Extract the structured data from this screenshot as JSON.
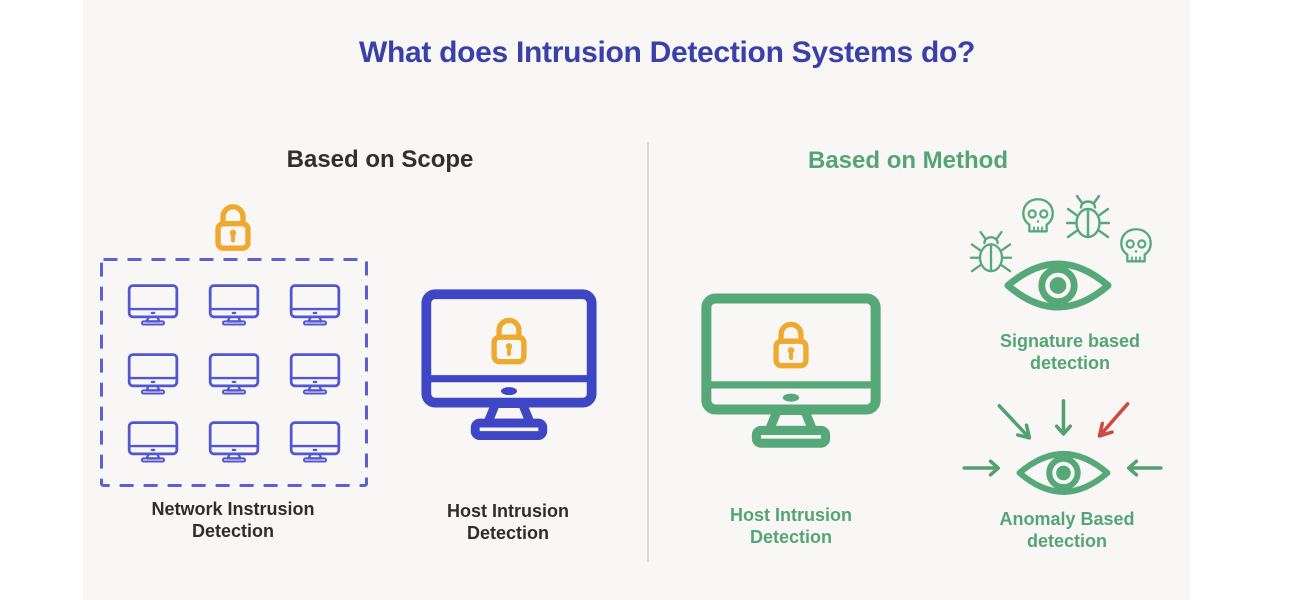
{
  "title": "What does Intrusion Detection Systems do?",
  "scope": {
    "heading": "Based on Scope",
    "network": {
      "label_line1": "Network Instrusion",
      "label_line2": "Detection",
      "grid": {
        "rows": 3,
        "cols": 3,
        "monitor_count": 9
      },
      "icons": [
        "lock-icon",
        "monitor-icon",
        "dashed-boundary"
      ]
    },
    "host": {
      "label_line1": "Host Intrusion",
      "label_line2": "Detection",
      "icons": [
        "monitor-icon",
        "lock-icon"
      ]
    }
  },
  "method": {
    "heading": "Based on Method",
    "host": {
      "label_line1": "Host Intrusion",
      "label_line2": "Detection",
      "icons": [
        "monitor-icon",
        "lock-icon"
      ]
    },
    "signature": {
      "label_line1": "Signature based",
      "label_line2": "detection",
      "icons": [
        "bug-icon",
        "skull-icon",
        "bug-icon",
        "skull-icon",
        "eye-icon"
      ]
    },
    "anomaly": {
      "label_line1": "Anomaly Based",
      "label_line2": "detection",
      "icons": [
        "arrow-icon",
        "arrow-icon",
        "anomaly-arrow-icon",
        "arrow-icon",
        "arrow-icon",
        "eye-icon"
      ]
    }
  },
  "colors": {
    "title": "#3b3fa8",
    "scope_heading": "#2f2f2f",
    "method_heading": "#55a476",
    "blue_icon": "#3f46c5",
    "blue_grid_icon": "#5157d0",
    "dashed_border": "#5a62d2",
    "green_icon": "#57a878",
    "orange_lock": "#efa92f",
    "dark_label": "#2d2d2d",
    "green_label": "#55a476",
    "red_arrow": "#cf4a42",
    "green_arrow": "#55a070",
    "background": "#f8f7f5",
    "divider": "#d9d9d9"
  }
}
